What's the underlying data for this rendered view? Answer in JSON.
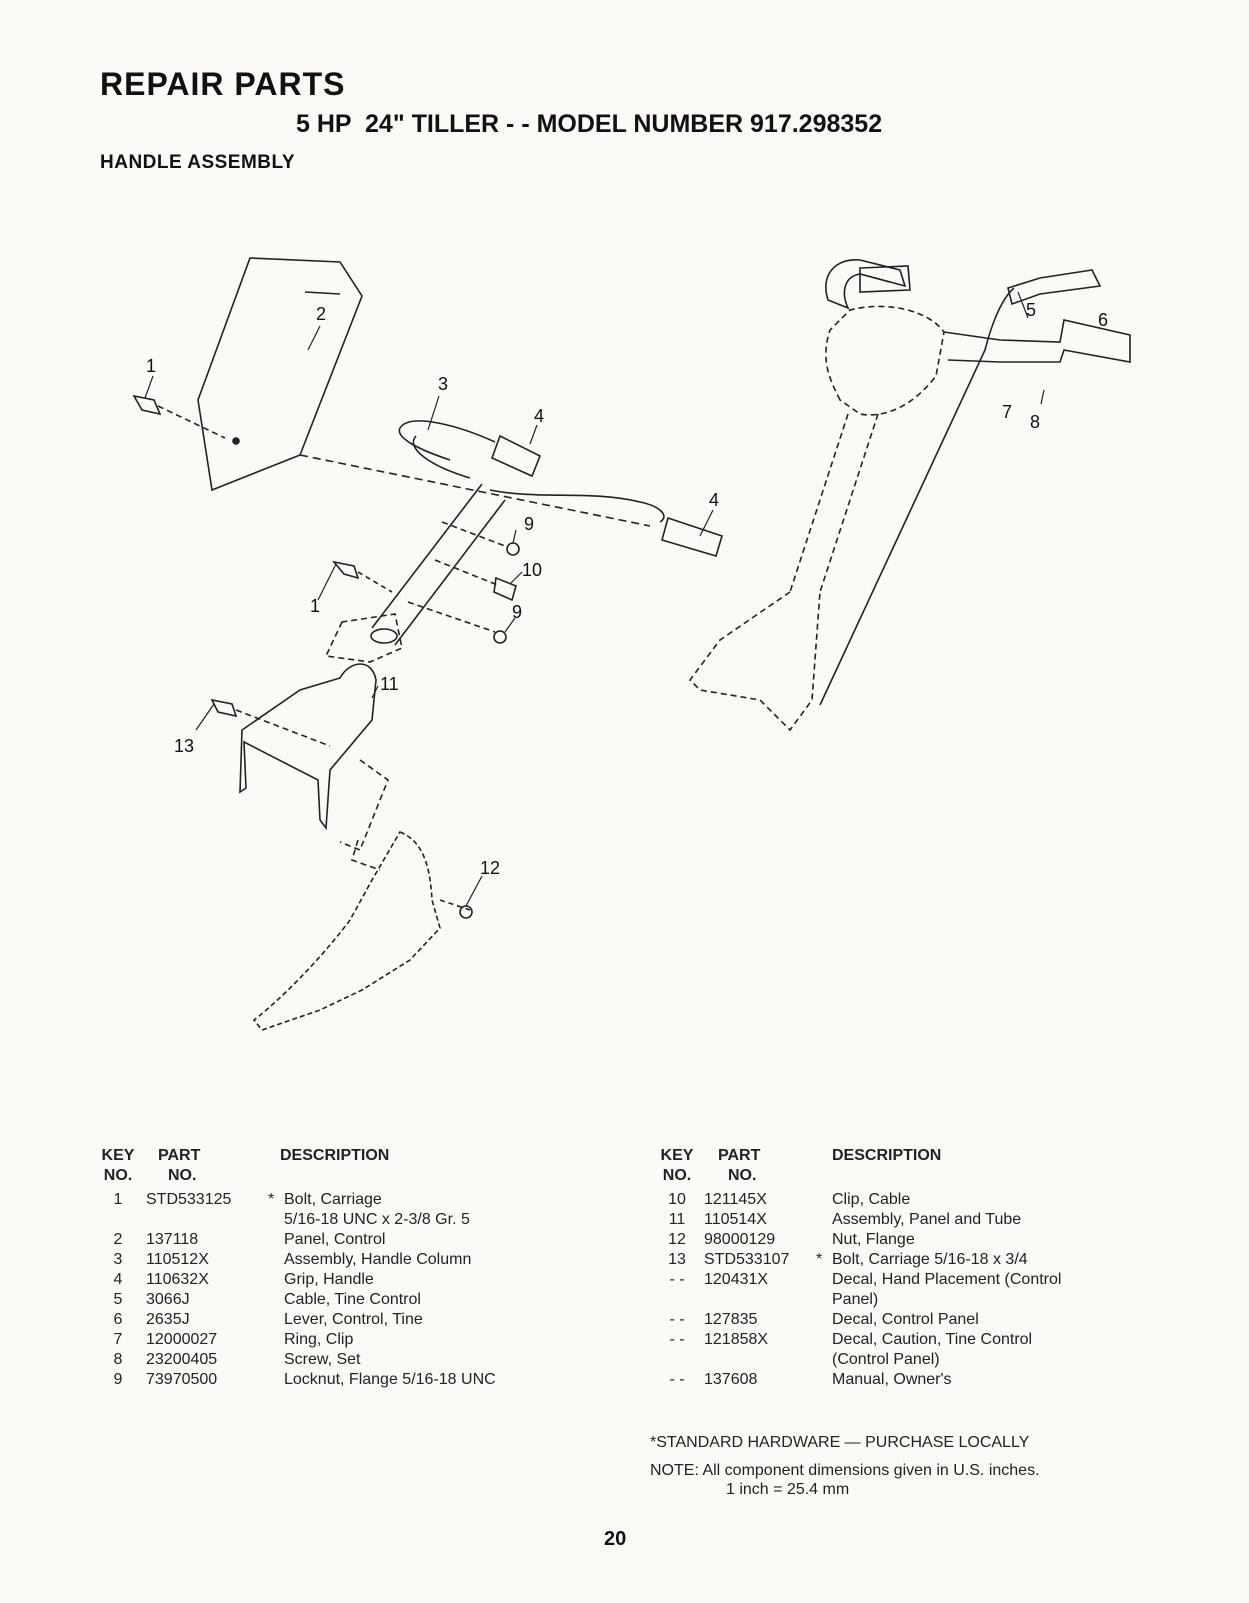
{
  "header": {
    "title": "REPAIR PARTS",
    "subtitle": "5 HP  24\" TILLER - - MODEL NUMBER 917.298352",
    "section": "HANDLE ASSEMBLY"
  },
  "diagram": {
    "callouts": [
      "1",
      "2",
      "3",
      "4",
      "4",
      "9",
      "10",
      "1",
      "9",
      "11",
      "13",
      "12",
      "5",
      "6",
      "7",
      "8"
    ]
  },
  "left_table": {
    "headers": {
      "key": "KEY",
      "key2": "NO.",
      "part": "PART",
      "part2": "NO.",
      "desc": "DESCRIPTION"
    },
    "rows": [
      {
        "key": "1",
        "part": "STD533125",
        "star": "*",
        "desc": "Bolt, Carriage"
      },
      {
        "key": "",
        "part": "",
        "star": "",
        "desc": "5/16-18 UNC x 2-3/8 Gr. 5"
      },
      {
        "key": "2",
        "part": "137118",
        "star": "",
        "desc": "Panel, Control"
      },
      {
        "key": "3",
        "part": "110512X",
        "star": "",
        "desc": "Assembly, Handle Column"
      },
      {
        "key": "4",
        "part": "110632X",
        "star": "",
        "desc": "Grip, Handle"
      },
      {
        "key": "5",
        "part": "3066J",
        "star": "",
        "desc": "Cable, Tine Control"
      },
      {
        "key": "6",
        "part": "2635J",
        "star": "",
        "desc": "Lever, Control, Tine"
      },
      {
        "key": "7",
        "part": "12000027",
        "star": "",
        "desc": "Ring, Clip"
      },
      {
        "key": "8",
        "part": "23200405",
        "star": "",
        "desc": "Screw, Set"
      },
      {
        "key": "9",
        "part": "73970500",
        "star": "",
        "desc": "Locknut, Flange  5/16-18 UNC"
      }
    ]
  },
  "right_table": {
    "headers": {
      "key": "KEY",
      "key2": "NO.",
      "part": "PART",
      "part2": "NO.",
      "desc": "DESCRIPTION"
    },
    "rows": [
      {
        "key": "10",
        "part": "121145X",
        "star": "",
        "desc": "Clip, Cable"
      },
      {
        "key": "11",
        "part": "110514X",
        "star": "",
        "desc": "Assembly, Panel and Tube"
      },
      {
        "key": "12",
        "part": "98000129",
        "star": "",
        "desc": "Nut, Flange"
      },
      {
        "key": "13",
        "part": "STD533107",
        "star": "*",
        "desc": "Bolt, Carriage  5/16-18 x 3/4"
      },
      {
        "key": "- -",
        "part": "120431X",
        "star": "",
        "desc": "Decal, Hand Placement (Control"
      },
      {
        "key": "",
        "part": "",
        "star": "",
        "desc": "Panel)"
      },
      {
        "key": "- -",
        "part": "127835",
        "star": "",
        "desc": "Decal, Control Panel"
      },
      {
        "key": "- -",
        "part": "121858X",
        "star": "",
        "desc": "Decal, Caution, Tine Control"
      },
      {
        "key": "",
        "part": "",
        "star": "",
        "desc": "(Control Panel)"
      },
      {
        "key": "- -",
        "part": "137608",
        "star": "",
        "desc": "Manual, Owner's"
      }
    ]
  },
  "notes": {
    "standard": "*STANDARD HARDWARE — PURCHASE LOCALLY",
    "note_label": "NOTE:",
    "note_line1": "All component dimensions given in U.S. inches.",
    "note_line2": "1 inch = 25.4 mm"
  },
  "page_number": "20"
}
